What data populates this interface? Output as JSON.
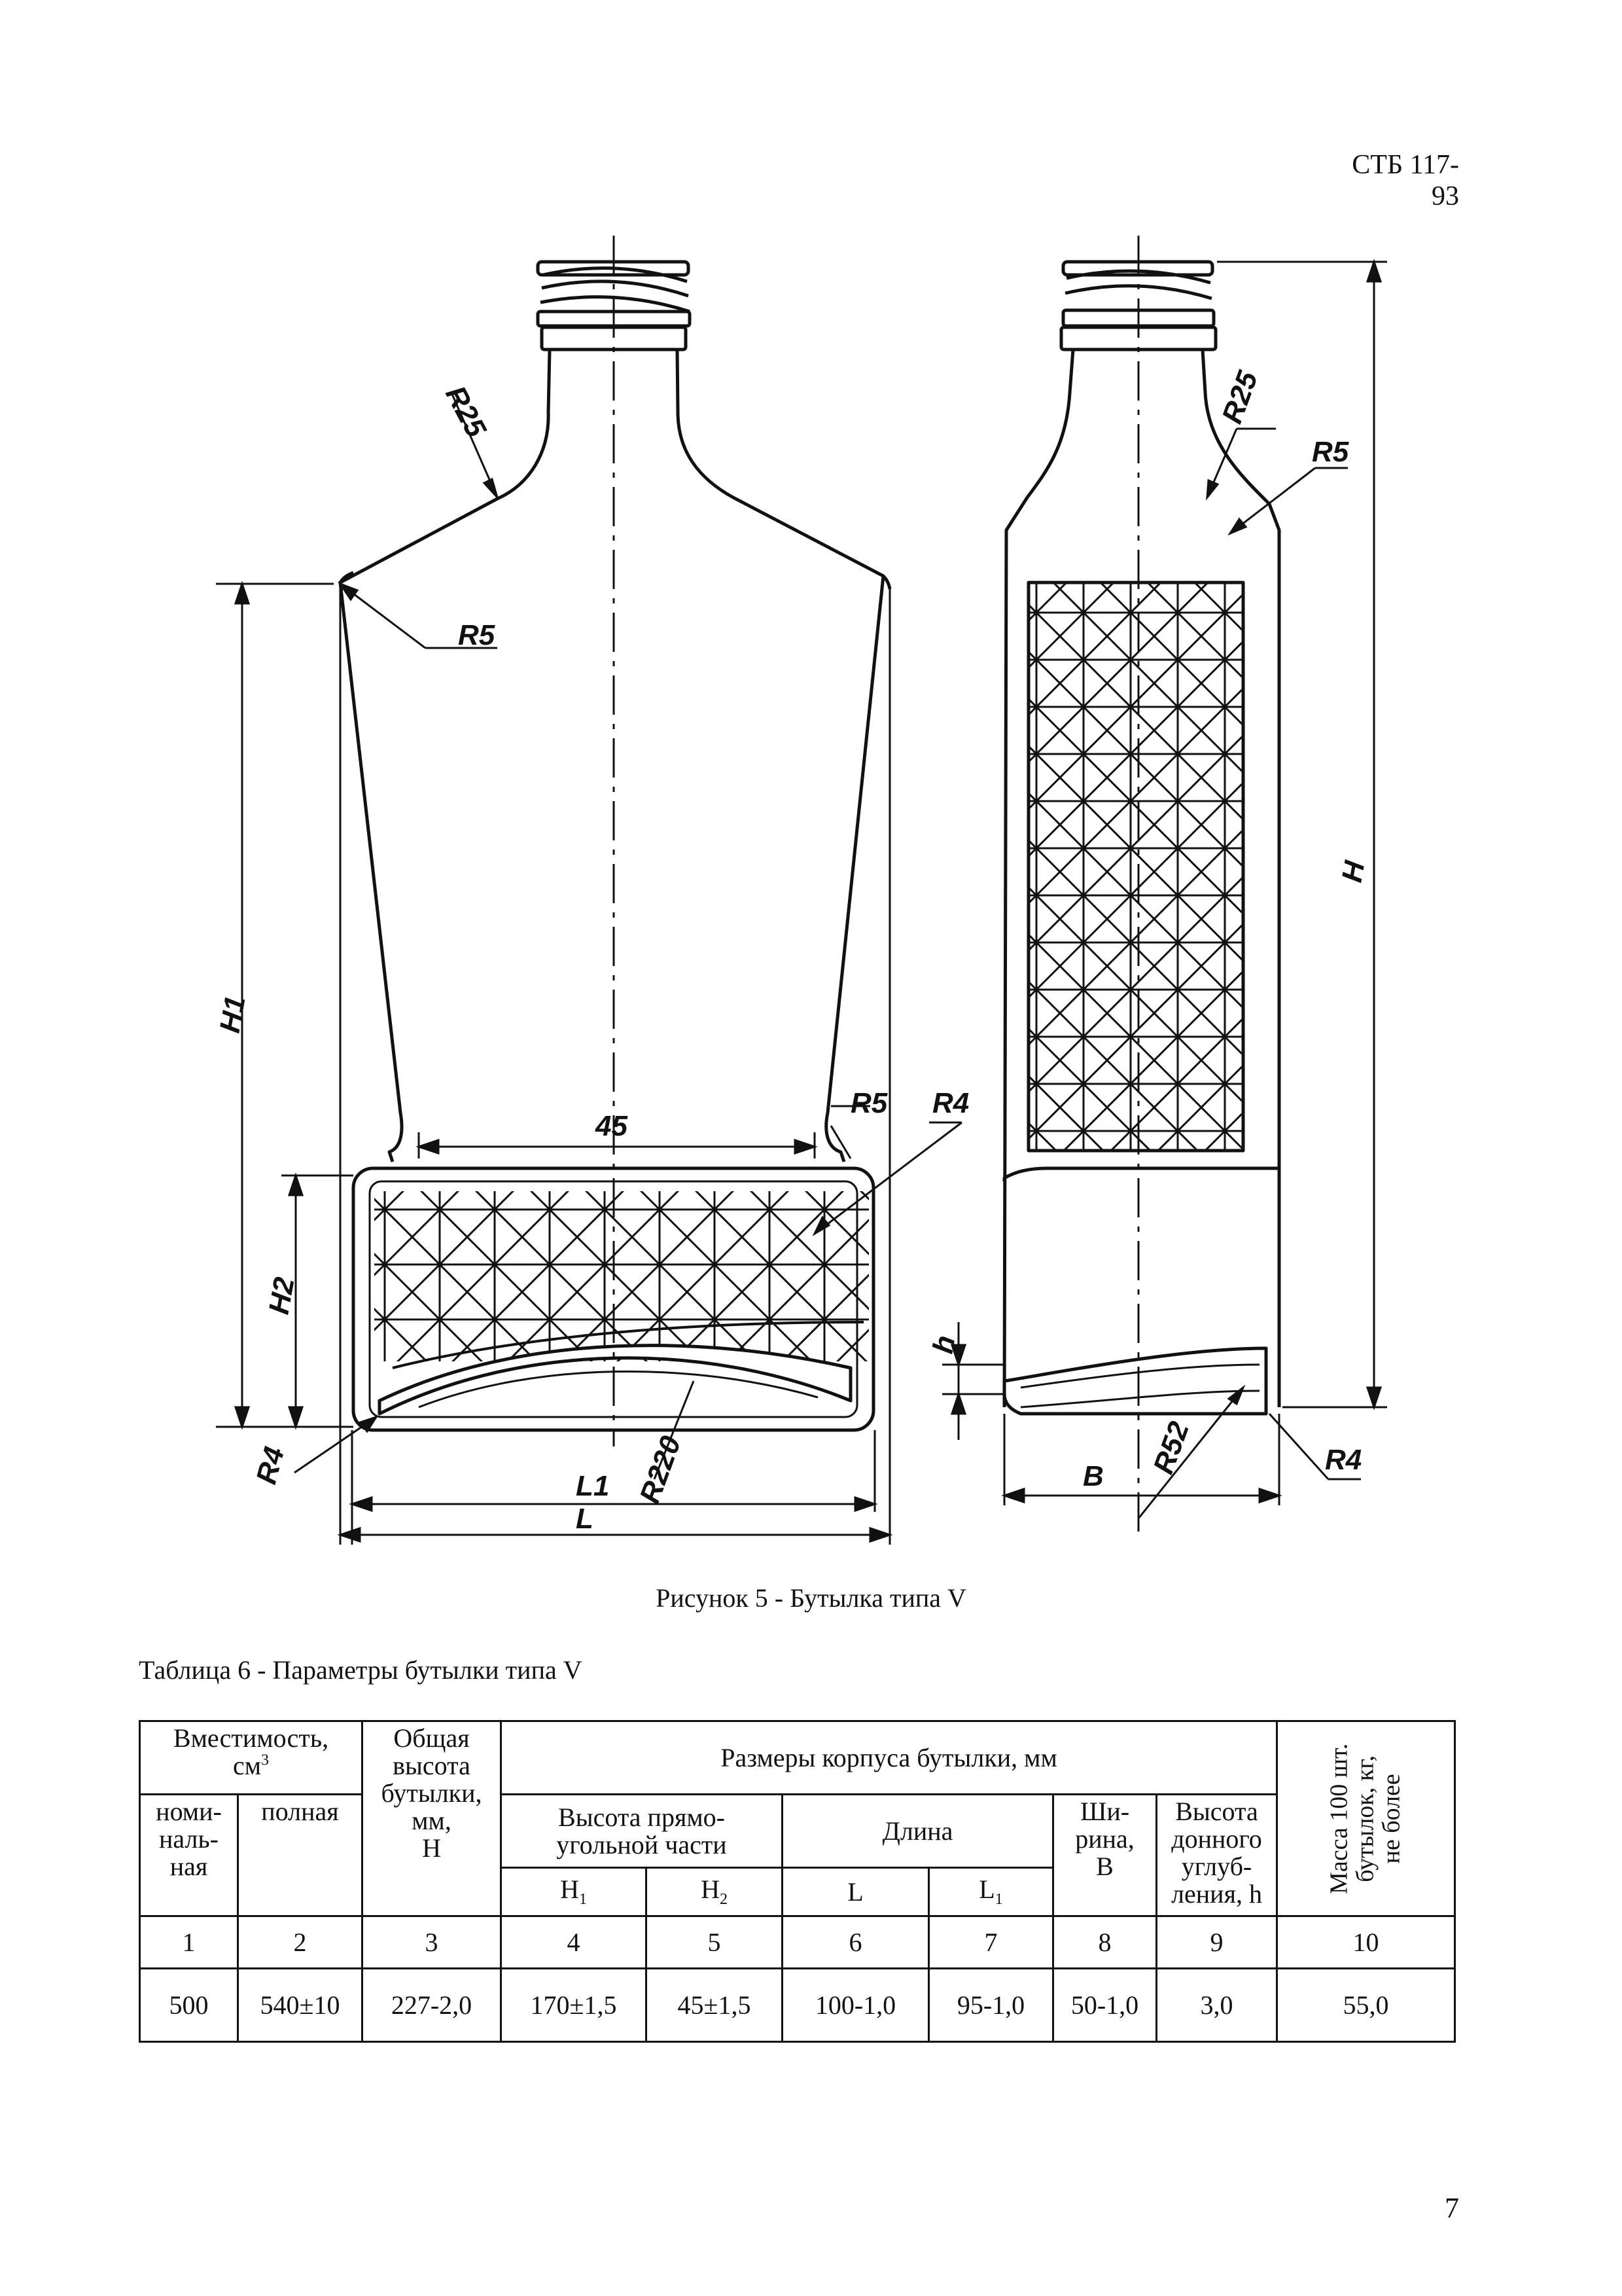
{
  "header": {
    "doc_code": "СТБ 117-93"
  },
  "drawing": {
    "front_labels": {
      "r25": "R25",
      "r5_shoulder": "R5",
      "r5_neck": "R5",
      "r4": "R4",
      "r4_bottom": "R4",
      "r220": "R220",
      "width_45": "45",
      "h1": "H1",
      "h2": "H2",
      "l1": "L1",
      "l": "L"
    },
    "side_labels": {
      "r25": "R25",
      "r5": "R5",
      "r4": "R4",
      "r52": "R52",
      "h": "H",
      "h_small": "h",
      "b": "B"
    }
  },
  "figure": {
    "caption": "Рисунок 5 - Бутылка типа V"
  },
  "table": {
    "title": "Таблица 6 - Параметры бутылки типа V",
    "head": {
      "capacity": "Вместимость,",
      "capacity_unit": "см",
      "capacity_unit_sup": "3",
      "nominal": "номи-\nналь-\nная",
      "full": "полная",
      "total_height": "Общая\nвысота\nбутылки,\nмм,\nН",
      "body_dims": "Размеры корпуса бутылки, мм",
      "rect_height": "Высота прямо-\nугольной части",
      "length": "Длина",
      "width": "Ши-\nрина,\nВ",
      "bottom_depth": "Высота\nдонного\nуглуб-\nления, h",
      "mass": "Масса 100 шт.\nбутылок, кг,\nне более",
      "h1": "Н",
      "h1_sub": "1",
      "h2": "Н",
      "h2_sub": "2",
      "l": "L",
      "l1": "L",
      "l1_sub": "1"
    },
    "col_numbers": [
      "1",
      "2",
      "3",
      "4",
      "5",
      "6",
      "7",
      "8",
      "9",
      "10"
    ],
    "rows": [
      [
        "500",
        "540±10",
        "227-2,0",
        "170±1,5",
        "45±1,5",
        "100-1,0",
        "95-1,0",
        "50-1,0",
        "3,0",
        "55,0"
      ]
    ]
  },
  "footer": {
    "page_number": "7"
  }
}
